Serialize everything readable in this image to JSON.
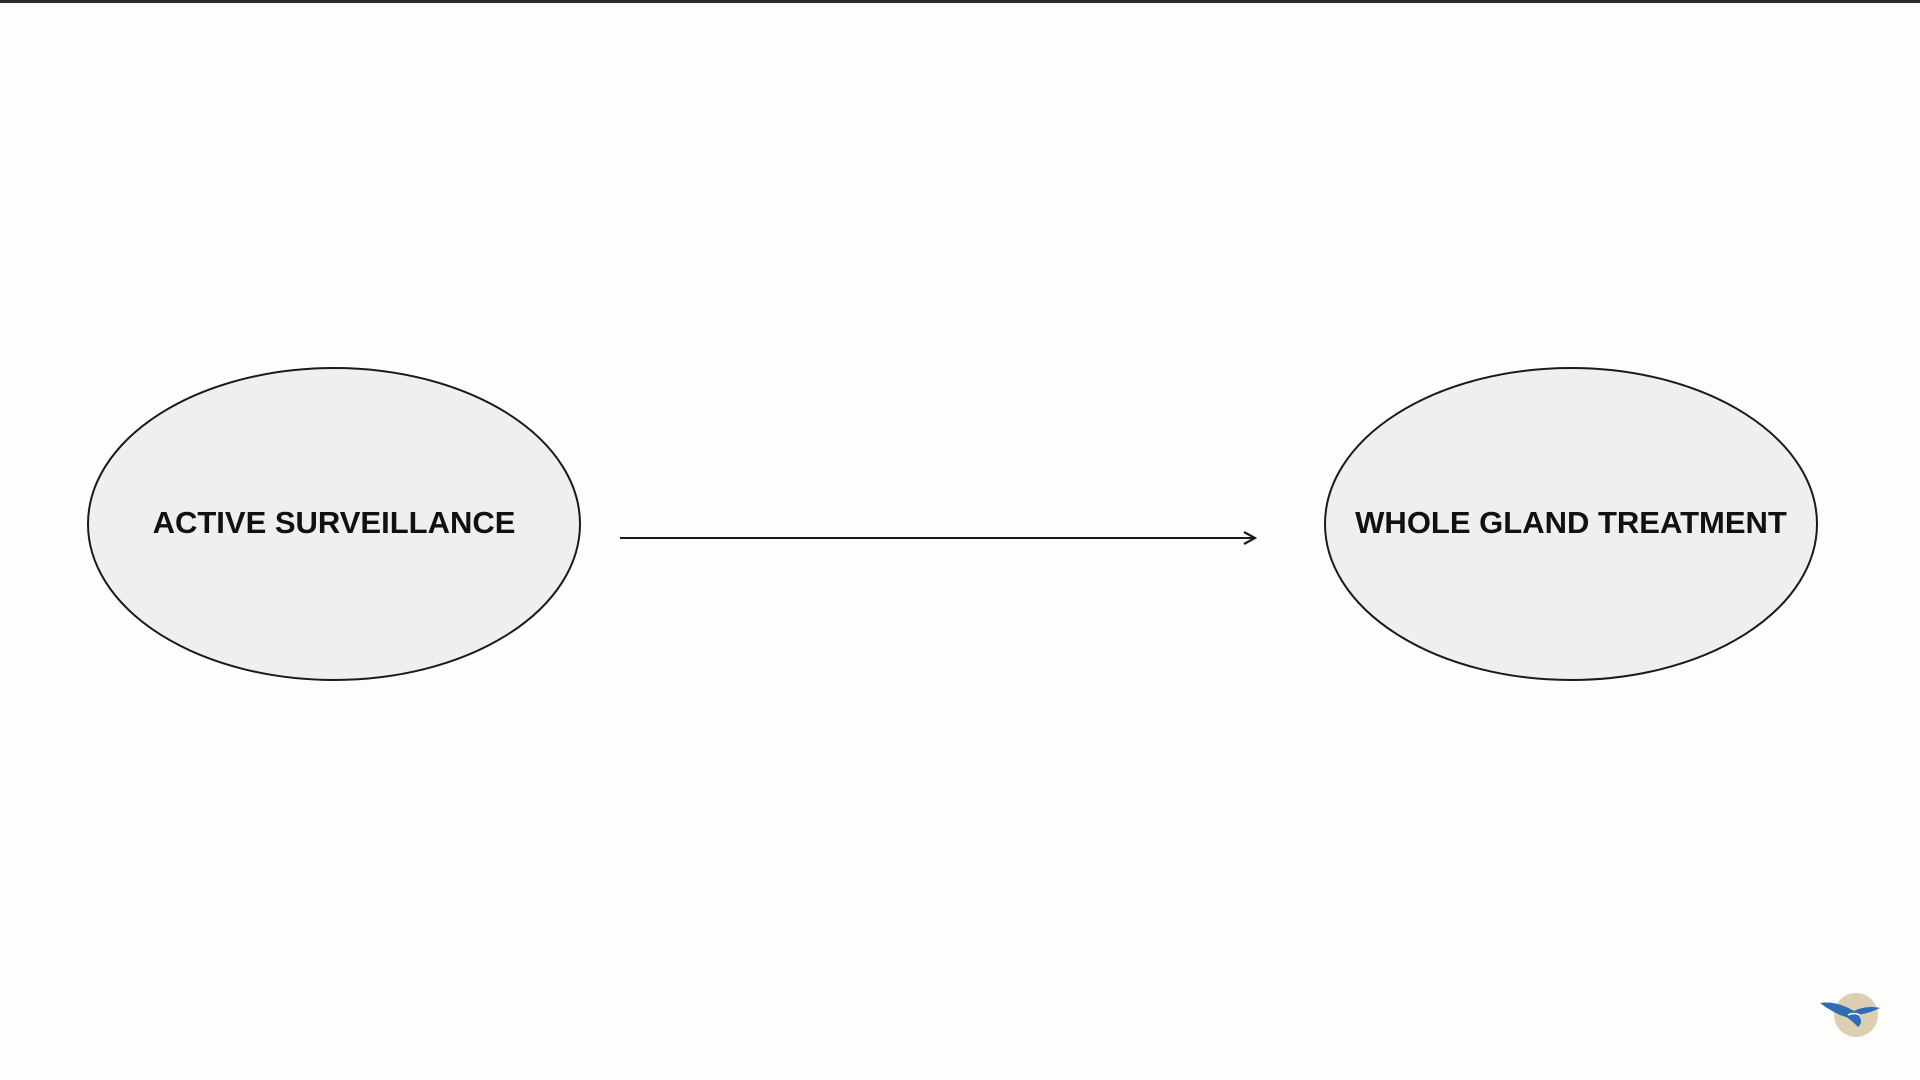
{
  "diagram": {
    "nodes": [
      {
        "id": "active-surveillance",
        "label": "ACTIVE SURVEILLANCE"
      },
      {
        "id": "whole-gland-treatment",
        "label": "WHOLE GLAND TREATMENT"
      }
    ],
    "edges": [
      {
        "from": "active-surveillance",
        "to": "whole-gland-treatment",
        "directed": true
      }
    ]
  },
  "colors": {
    "background": "#fdfdfb",
    "node_fill": "#efefef",
    "node_stroke": "#1a1a1a",
    "edge": "#1a1a1a",
    "text": "#111111"
  },
  "logo": {
    "icon": "eagle-logo-icon"
  }
}
